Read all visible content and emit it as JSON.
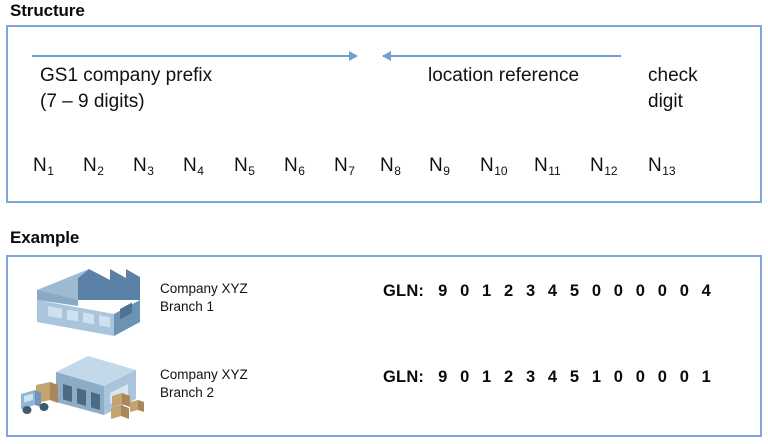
{
  "structure": {
    "heading": "Structure",
    "arrows": [
      {
        "name": "gs1-company-prefix-arrow",
        "direction": "right"
      },
      {
        "name": "location-reference-arrow",
        "direction": "left"
      }
    ],
    "labels": {
      "company_prefix": "GS1 company prefix\n(7 – 9 digits)",
      "location_reference": "location reference",
      "check_digit": "check\ndigit"
    },
    "digit_positions": [
      {
        "base": "N",
        "index": "1"
      },
      {
        "base": "N",
        "index": "2"
      },
      {
        "base": "N",
        "index": "3"
      },
      {
        "base": "N",
        "index": "4"
      },
      {
        "base": "N",
        "index": "5"
      },
      {
        "base": "N",
        "index": "6"
      },
      {
        "base": "N",
        "index": "7"
      },
      {
        "base": "N",
        "index": "8"
      },
      {
        "base": "N",
        "index": "9"
      },
      {
        "base": "N",
        "index": "10"
      },
      {
        "base": "N",
        "index": "11"
      },
      {
        "base": "N",
        "index": "12"
      },
      {
        "base": "N",
        "index": "13"
      }
    ]
  },
  "example": {
    "heading": "Example",
    "rows": [
      {
        "icon": "factory-icon",
        "company": "Company XYZ\nBranch 1",
        "gln_label": "GLN:",
        "gln_digits": "9 0 1 2 3 4 5 0 0 0 0 0 4"
      },
      {
        "icon": "warehouse-truck-icon",
        "company": "Company XYZ\nBranch 2",
        "gln_label": "GLN:",
        "gln_digits": "9 0 1 2 3 4 5 1 0 0 0 0 1"
      }
    ]
  },
  "colors": {
    "panel_border": "#7ba7dd",
    "arrow": "#6f9fd4",
    "text": "#111111",
    "icon_light": "#a9c4dc",
    "icon_mid": "#8badc8",
    "icon_dark": "#5b82a6",
    "icon_box": "#c3a36e"
  }
}
